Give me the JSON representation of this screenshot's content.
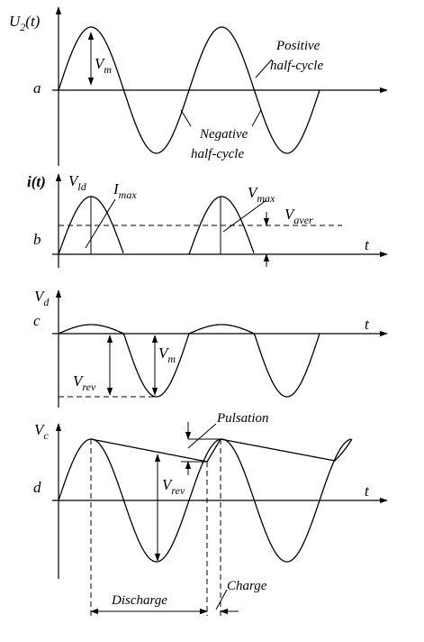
{
  "panel_a": {
    "letter": "a",
    "ylabel_main": "U",
    "ylabel_sub": "2",
    "ylabel_arg": "(t)",
    "amp_main": "V",
    "amp_sub": "m",
    "positive_line1": "Positive",
    "positive_line2": "half-cycle",
    "negative_line1": "Negative",
    "negative_line2": "half-cycle"
  },
  "panel_b": {
    "letter": "b",
    "ylabel": "i(t)",
    "vld_main": "V",
    "vld_sub": "ld",
    "imax_main": "I",
    "imax_sub": "max",
    "vmax_main": "V",
    "vmax_sub": "max",
    "vaver_main": "V",
    "vaver_sub": "aver",
    "t_label": "t"
  },
  "panel_c": {
    "letter": "c",
    "ylabel_main": "V",
    "ylabel_sub": "d",
    "vm_main": "V",
    "vm_sub": "m",
    "vrev_main": "V",
    "vrev_sub": "rev",
    "t_label": "t"
  },
  "panel_d": {
    "letter": "d",
    "ylabel_main": "V",
    "ylabel_sub": "c",
    "pulsation": "Pulsation",
    "vrev_main": "V",
    "vrev_sub": "rev",
    "t_label": "t",
    "discharge": "Discharge",
    "charge": "Charge"
  }
}
